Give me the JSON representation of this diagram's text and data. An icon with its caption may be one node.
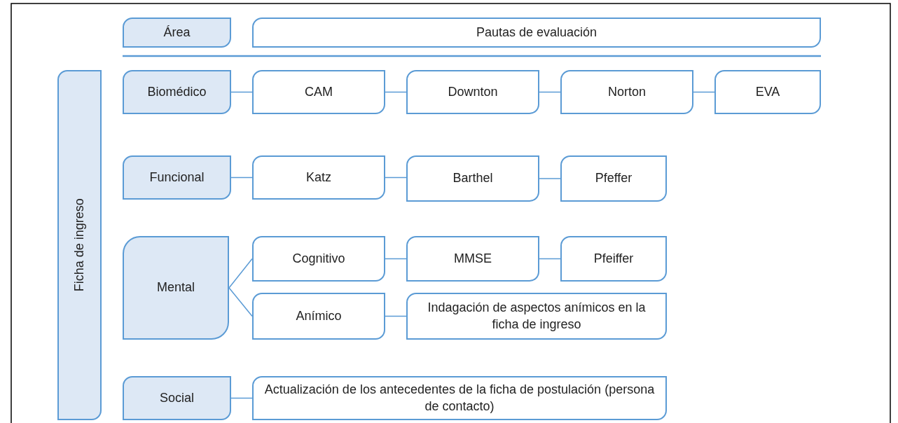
{
  "diagram": {
    "nodes": [
      {
        "text": [
          "Área"
        ]
      },
      {
        "text": [
          "Pautas de evaluación"
        ]
      },
      {
        "text": [
          "Ficha de ingreso"
        ]
      },
      {
        "text": [
          "Biomédico"
        ]
      },
      {
        "text": [
          "CAM"
        ]
      },
      {
        "text": [
          "Downton"
        ]
      },
      {
        "text": [
          "Norton"
        ]
      },
      {
        "text": [
          "EVA"
        ]
      },
      {
        "text": [
          "Funcional"
        ]
      },
      {
        "text": [
          "Katz"
        ]
      },
      {
        "text": [
          "Barthel"
        ]
      },
      {
        "text": [
          "Pfeffer"
        ]
      },
      {
        "text": [
          "Mental"
        ]
      },
      {
        "text": [
          "Cognitivo"
        ]
      },
      {
        "text": [
          "MMSE"
        ]
      },
      {
        "text": [
          "Pfeiffer"
        ]
      },
      {
        "text": [
          "Anímico"
        ]
      },
      {
        "text": [
          "Indagación de aspectos anímicos en la ficha de ingreso"
        ]
      },
      {
        "text": [
          "Social"
        ]
      },
      {
        "text": [
          "Actualización de los antecedentes de la ficha de postulación (persona de contacto)"
        ]
      }
    ],
    "edges": [
      {
        "from": 3,
        "to": 4,
        "arrow": "none"
      },
      {
        "from": 4,
        "to": 5,
        "arrow": "none"
      },
      {
        "from": 5,
        "to": 6,
        "arrow": "none"
      },
      {
        "from": 6,
        "to": 7,
        "arrow": "none"
      },
      {
        "from": 8,
        "to": 9,
        "arrow": "none"
      },
      {
        "from": 9,
        "to": 10,
        "arrow": "none"
      },
      {
        "from": 10,
        "to": 11,
        "arrow": "none"
      },
      {
        "from": 12,
        "to": 13,
        "arrow": "none"
      },
      {
        "from": 12,
        "to": 16,
        "arrow": "none"
      },
      {
        "from": 13,
        "to": 14,
        "arrow": "none"
      },
      {
        "from": 14,
        "to": 15,
        "arrow": "none"
      },
      {
        "from": 16,
        "to": 17,
        "arrow": "none"
      },
      {
        "from": 18,
        "to": 19,
        "arrow": "none"
      }
    ]
  }
}
